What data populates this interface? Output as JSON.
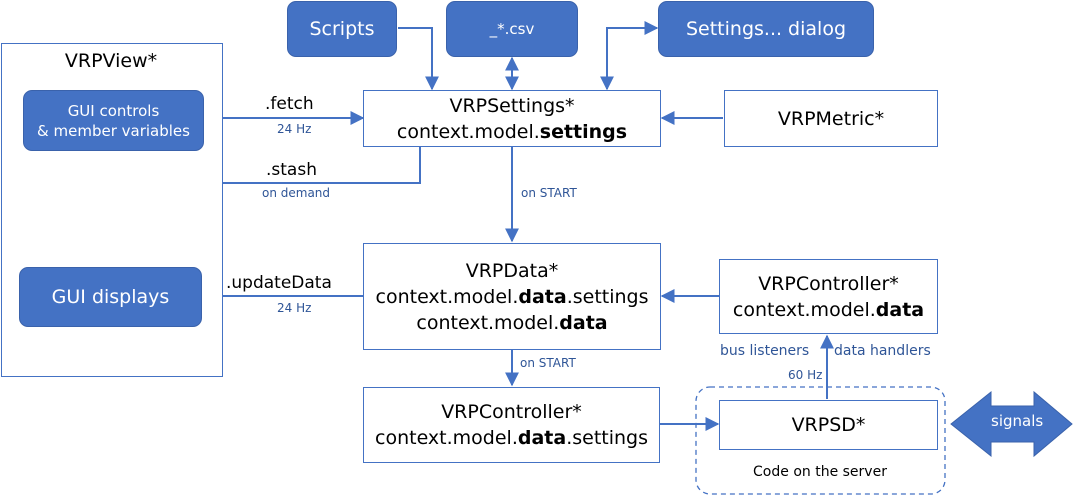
{
  "colors": {
    "accent": "#4472c4",
    "label_blue": "#2f5597"
  },
  "view": {
    "title": "VRPView*",
    "gui_controls_line1": "GUI controls",
    "gui_controls_line2": "& member variables",
    "gui_displays": "GUI displays"
  },
  "top": {
    "scripts": "Scripts",
    "csv": "_*.csv",
    "settings_dialog": "Settings... dialog"
  },
  "settings": {
    "class": "VRPSettings*",
    "ctx": "context.model.",
    "ctx_bold": "settings"
  },
  "metric": {
    "class": "VRPMetric*"
  },
  "data": {
    "class": "VRPData*",
    "line2_pre": "context.model.",
    "line2_bold": "data",
    "line2_post": ".settings",
    "line3_pre": "context.model.",
    "line3_bold": "data"
  },
  "controller_right": {
    "class": "VRPController*",
    "ctx": "context.model.",
    "ctx_bold": "data"
  },
  "controller_bottom": {
    "class": "VRPController*",
    "pre": "context.model.",
    "bold": "data",
    "post": ".settings"
  },
  "sd": {
    "class": "VRPSD*",
    "server": "Code on the server",
    "signals": "signals"
  },
  "labels": {
    "fetch": ".fetch",
    "fetch_rate": "24 Hz",
    "stash": ".stash",
    "stash_when": "on demand",
    "on_start_1": "on START",
    "on_start_2": "on START",
    "update": ".updateData",
    "update_rate": "24 Hz",
    "bus_listeners": "bus listeners",
    "data_handlers": "data handlers",
    "sd_rate": "60 Hz"
  }
}
